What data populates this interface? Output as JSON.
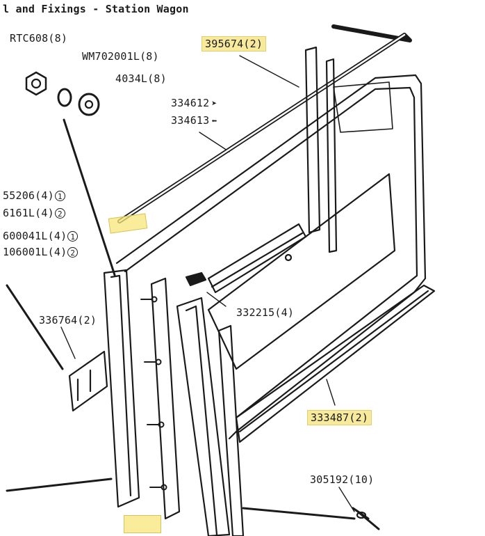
{
  "title": "l and Fixings - Station Wagon",
  "labels": {
    "rtc608": "RTC608(8)",
    "wm702001l": "WM702001L(8)",
    "b4034l": "4034L(8)",
    "p395674": "395674(2)",
    "p334612": "334612",
    "p334613": "334613",
    "p55206": "55206(4)",
    "p6161l": "6161L(4)",
    "p600041l": "600041L(4)",
    "p106001l": "106001L(4)",
    "p336764": "336764(2)",
    "p332215": "332215(4)",
    "p333487": "333487(2)",
    "p305192": "305192(10)"
  },
  "circles": {
    "one": "1",
    "two": "2"
  },
  "icons": {
    "right_hand": "arrow-right-icon",
    "left_hand": "arrow-left-icon"
  },
  "highlight_color": "#f7ea9c"
}
